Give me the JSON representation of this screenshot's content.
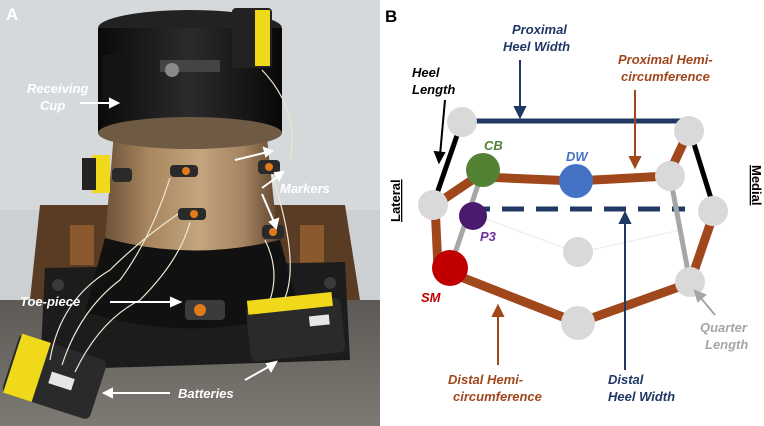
{
  "panels": {
    "a": {
      "letter": "A",
      "labels": {
        "receiving_cup_1": "Receiving",
        "receiving_cup_2": "Cup",
        "markers": "Markers",
        "toe_piece": "Toe-piece",
        "batteries": "Batteries"
      }
    },
    "b": {
      "letter": "B",
      "labels": {
        "proximal_heel_width_1": "Proximal",
        "proximal_heel_width_2": "Heel Width",
        "heel_length_1": "Heel",
        "heel_length_2": "Length",
        "proximal_hemi_1": "Proximal Hemi-",
        "proximal_hemi_2": "circumference",
        "lateral": "Lateral",
        "medial": "Medial",
        "quarter_length_1": "Quarter",
        "quarter_length_2": "Length",
        "distal_hemi_1": "Distal Hemi-",
        "distal_hemi_2": "circumference",
        "distal_heel_width_1": "Distal",
        "distal_heel_width_2": "Heel Width"
      },
      "points": {
        "cb": "CB",
        "dw": "DW",
        "p3": "P3",
        "sm": "SM"
      }
    }
  },
  "colors": {
    "navy": "#1f3864",
    "brown": "#a0471c",
    "grey_marker": "#d9d9d9",
    "grey_line": "#a6a6a6",
    "cb_green": "#548235",
    "dw_blue": "#4472c4",
    "p3_purple": "#4b1a6e",
    "sm_red": "#c00000",
    "black": "#000000"
  }
}
